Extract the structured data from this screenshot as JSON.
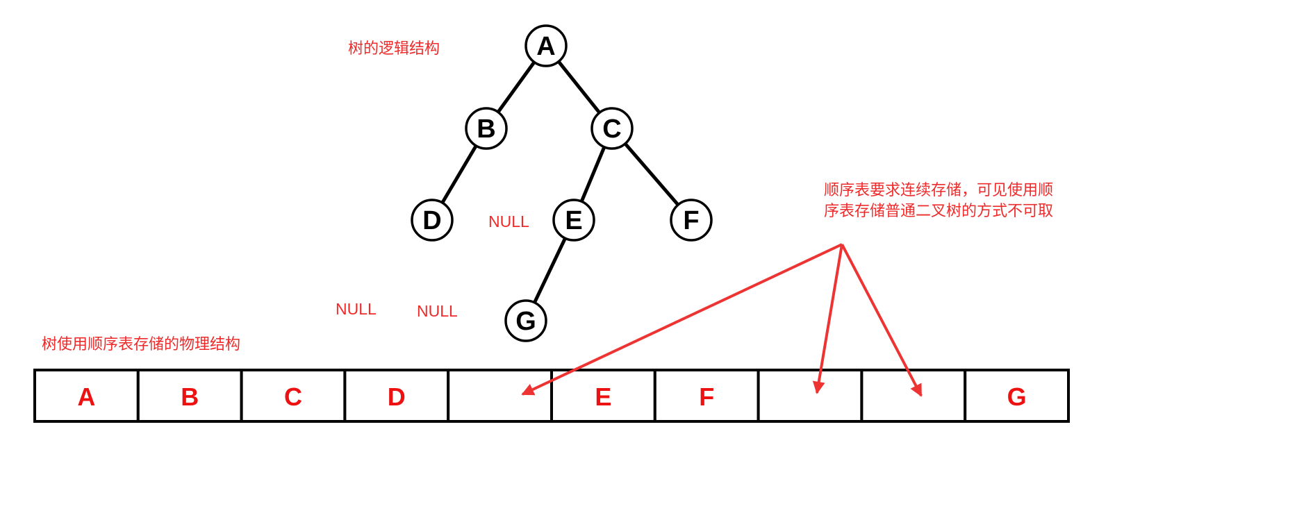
{
  "labels": {
    "logical_title": "树的逻辑结构",
    "physical_title": "树使用顺序表存储的物理结构",
    "null_text": "NULL",
    "note_line1": "顺序表要求连续存储，可见使用顺",
    "note_line2": "序表存储普通二叉树的方式不可取"
  },
  "tree": {
    "nodes": [
      "A",
      "B",
      "C",
      "D",
      "E",
      "F",
      "G"
    ],
    "edges": [
      [
        "A",
        "B"
      ],
      [
        "A",
        "C"
      ],
      [
        "B",
        "D"
      ],
      [
        "C",
        "E"
      ],
      [
        "C",
        "F"
      ],
      [
        "E",
        "G"
      ]
    ]
  },
  "array": {
    "cells": [
      "A",
      "B",
      "C",
      "D",
      "",
      "E",
      "F",
      "",
      "",
      "G"
    ]
  },
  "colors": {
    "annotation": "#ee2b2b",
    "cell_text": "#ee1111",
    "arrow": "#ee3333",
    "structure": "#000000"
  }
}
